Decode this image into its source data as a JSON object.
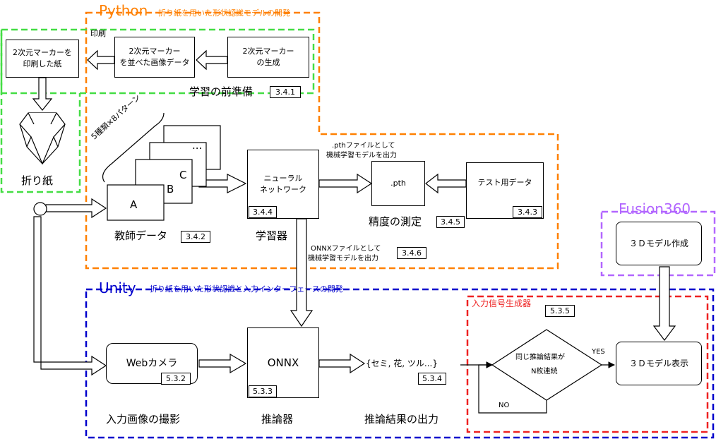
{
  "groups": {
    "python": {
      "title": "Python",
      "subtitle": "折り紙を用いた形状認識モデルの開発",
      "color": "#ff8000"
    },
    "unity": {
      "title": "Unity",
      "subtitle": "折り紙を用いた形状認識と入力インターフェースの開発",
      "color": "#0000cc"
    },
    "fusion": {
      "title": "Fusion360",
      "color": "#b266ff"
    },
    "prep": {
      "label": "学習の前準備",
      "tag": "3.4.1",
      "color": "#44dd44"
    },
    "signal": {
      "title": "入力信号生成器",
      "tag": "5.3.5",
      "color": "#ee2222"
    }
  },
  "nodes": {
    "paper": {
      "line1": "2次元マーカーを",
      "line2": "印刷した紙"
    },
    "marker_image": {
      "line1": "2次元マーカー",
      "line2": "を並べた画像データ"
    },
    "marker_gen": {
      "line1": "2次元マーカー",
      "line2": "の生成"
    },
    "print_label": "印刷",
    "origami_label": "折り紙",
    "teacher": {
      "slides": [
        "A",
        "B",
        "C",
        "..."
      ],
      "brace_label": "5種類×8パターン",
      "label": "教師データ",
      "tag": "3.4.2"
    },
    "nn": {
      "line1": "ニューラル",
      "line2": "ネットワーク",
      "tag": "3.4.4",
      "label": "学習器"
    },
    "pth": {
      "name": ".pth",
      "note1": ".pthファイルとして",
      "note2": "機械学習モデルを出力"
    },
    "accuracy": {
      "label": "精度の測定",
      "tag": "3.4.5"
    },
    "testdata": {
      "name": "テスト用データ",
      "tag": "3.4.3"
    },
    "onnx_note": {
      "line1": "ONNXファイルとして",
      "line2": "機械学習モデルを出力",
      "tag": "3.4.6"
    },
    "model3d": {
      "name": "３Ｄモデル作成"
    },
    "webcam": {
      "name": "Webカメラ",
      "tag": "5.3.2",
      "label": "入力画像の撮影"
    },
    "onnx": {
      "name": "ONNX",
      "tag": "5.3.3",
      "label": "推論器"
    },
    "output": {
      "text": "{セミ, 花, ツル...}",
      "tag": "5.3.4",
      "label": "推論結果の出力"
    },
    "decision": {
      "line1": "同じ推論結果が",
      "line2": "N枚連続",
      "yes": "YES",
      "no": "NO"
    },
    "display3d": {
      "name": "３Ｄモデル表示"
    }
  }
}
